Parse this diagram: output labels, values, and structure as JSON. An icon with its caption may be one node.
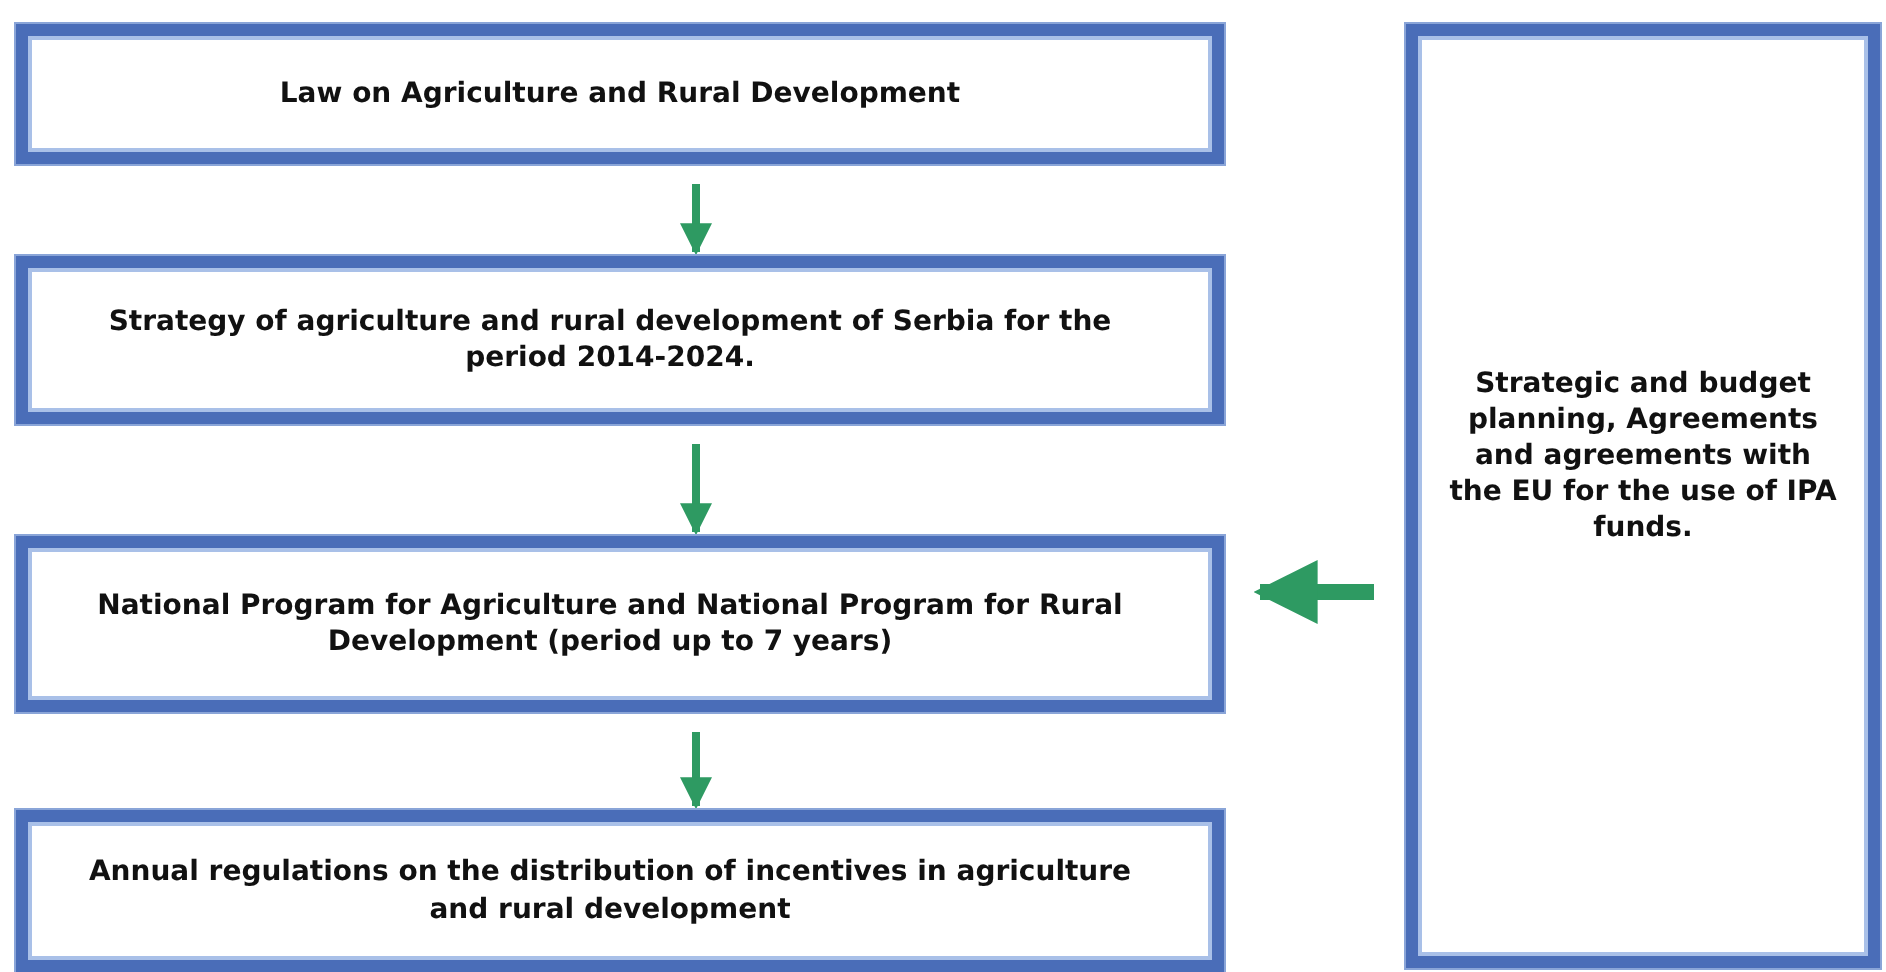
{
  "diagram": {
    "nodes": [
      {
        "text": [
          "Law on Agriculture and Rural Development"
        ]
      },
      {
        "text": [
          "Strategy of agriculture and rural development of Serbia for the period 2014-2024."
        ]
      },
      {
        "text": [
          "National Program for Agriculture and National Program for Rural Development (period up to 7 years)"
        ]
      },
      {
        "text": [
          "Annual regulations on the distribution of incentives in agriculture and rural development"
        ]
      },
      {
        "text": [
          "Strategic and budget planning, Agreements and agreements with the EU for the use of IPA funds."
        ]
      }
    ],
    "edges": [
      {
        "from": 0,
        "to": 1,
        "arrow": "to"
      },
      {
        "from": 1,
        "to": 2,
        "arrow": "to"
      },
      {
        "from": 2,
        "to": 3,
        "arrow": "to"
      },
      {
        "from": 4,
        "to": 2,
        "arrow": "to",
        "style": "thick"
      }
    ]
  }
}
